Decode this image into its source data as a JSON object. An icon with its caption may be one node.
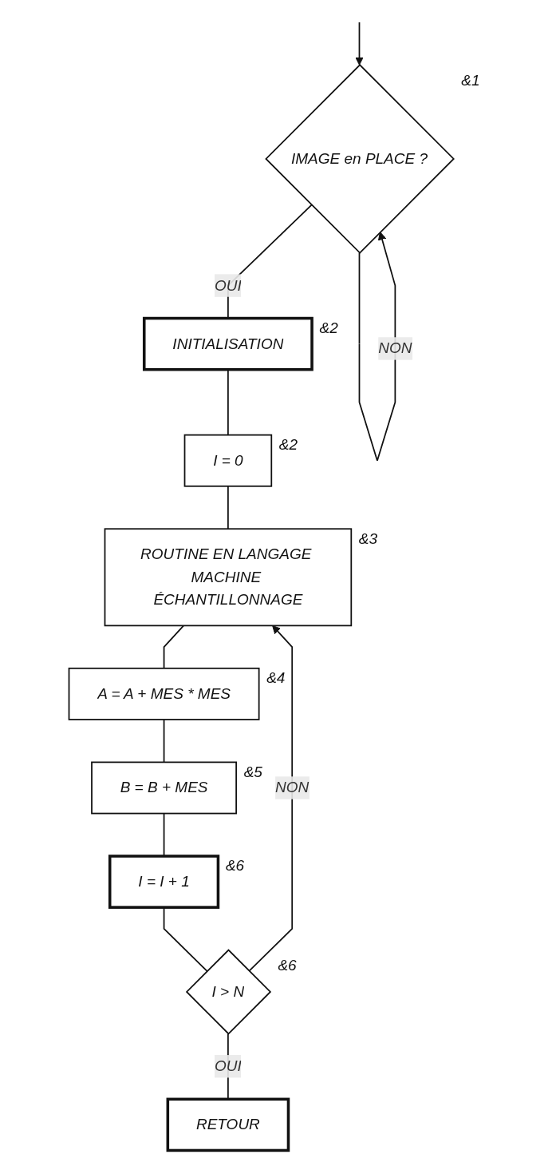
{
  "diagram": {
    "nodes": [
      {
        "text": [
          "IMAGE en PLACE ?"
        ],
        "beside": [
          "&1"
        ]
      },
      {
        "text": [
          "INITIALISATION"
        ],
        "beside": [
          "&2"
        ]
      },
      {
        "text": [
          "I = 0"
        ],
        "beside": [
          "&2"
        ]
      },
      {
        "text": [
          "ROUTINE EN LANGAGE MACHINE ÉCHANTILLONNAGE"
        ],
        "beside": [
          "&3"
        ]
      },
      {
        "text": [
          "A = A + MES * MES"
        ],
        "beside": [
          "&4"
        ]
      },
      {
        "text": [
          "B = B + MES"
        ],
        "beside": [
          "&5"
        ]
      },
      {
        "text": [
          "I = I + 1"
        ],
        "beside": [
          "&6"
        ]
      },
      {
        "text": [
          "I > N"
        ],
        "beside": [
          "&6"
        ]
      },
      {
        "text": [
          "RETOUR"
        ]
      }
    ],
    "edges": [
      {
        "from": null,
        "to": 0,
        "arrow": "to"
      },
      {
        "from": 0,
        "to": 0,
        "arrow": "to",
        "label": "NON"
      },
      {
        "from": 0,
        "to": 1,
        "arrow": "none",
        "label": "OUI"
      },
      {
        "from": 1,
        "to": 2,
        "arrow": "none"
      },
      {
        "from": 2,
        "to": 3,
        "arrow": "none"
      },
      {
        "from": 3,
        "to": 4,
        "arrow": "none"
      },
      {
        "from": 4,
        "to": 5,
        "arrow": "none"
      },
      {
        "from": 5,
        "to": 6,
        "arrow": "none"
      },
      {
        "from": 6,
        "to": 7,
        "arrow": "none"
      },
      {
        "from": 7,
        "to": 3,
        "arrow": "to",
        "label": "NON"
      },
      {
        "from": 7,
        "to": 8,
        "arrow": "none",
        "label": "OUI"
      }
    ]
  }
}
